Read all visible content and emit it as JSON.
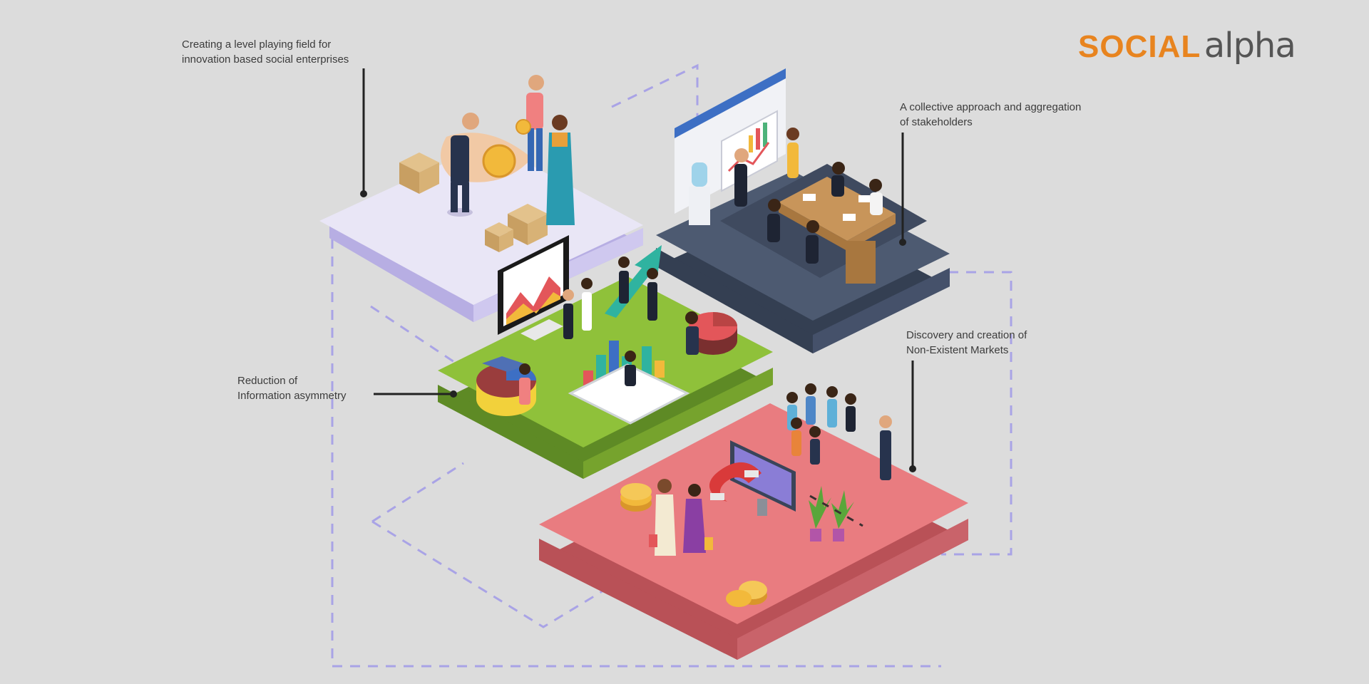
{
  "logo": {
    "part1": "SOCIAL",
    "part2": "alpha",
    "brand_color": "#e8841f",
    "text_color": "#555555"
  },
  "labels": [
    {
      "line1": "Creating a level playing field for",
      "line2": "innovation based social enterprises"
    },
    {
      "line1": "A collective approach and aggregation",
      "line2": "of stakeholders"
    },
    {
      "line1": "Reduction of",
      "line2": "Information asymmetry"
    },
    {
      "line1": "Discovery and creation of",
      "line2": "Non-Existent Markets"
    }
  ],
  "platforms": [
    {
      "name": "level-playing-field",
      "color": "#e9e6f6",
      "edge": "#b7aee3"
    },
    {
      "name": "collective-approach",
      "color": "#4d5a71",
      "edge": "#343f52"
    },
    {
      "name": "information-asymmetry",
      "color": "#8fc13a",
      "edge": "#5e8a25"
    },
    {
      "name": "non-existent-markets",
      "color": "#e97c80",
      "edge": "#b95157"
    }
  ],
  "colors": {
    "background": "#dcdcdc",
    "dashed_path": "#a9a3e6",
    "leader_line": "#222222"
  }
}
